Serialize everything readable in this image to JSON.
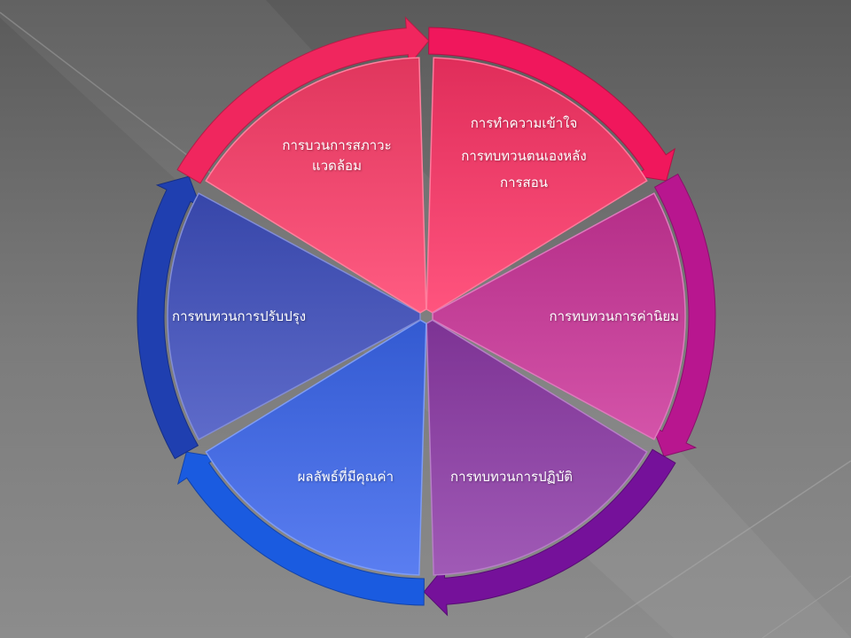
{
  "diagram": {
    "type": "cycle",
    "segments": [
      {
        "id": "seg-1",
        "lines": [
          "การทำความเข้าใจ",
          "การทบทวนตนเองหลัง",
          "การสอน"
        ],
        "color": "#ff3366",
        "arrow_color": "#f0175c"
      },
      {
        "id": "seg-2",
        "lines": [
          "การทบทวนการค่านิยม"
        ],
        "color": "#cc3399",
        "arrow_color": "#b8168f"
      },
      {
        "id": "seg-3",
        "lines": [
          "การทบทวนการปฏิบัติ"
        ],
        "color": "#8e3aa8",
        "arrow_color": "#75119a"
      },
      {
        "id": "seg-4",
        "lines": [
          "ผลลัพธ์ที่มีคุณค่า"
        ],
        "color": "#3a66ee",
        "arrow_color": "#1a5be0"
      },
      {
        "id": "seg-5",
        "lines": [
          "การทบทวนการปรับปรุง"
        ],
        "color": "#3f4fc0",
        "arrow_color": "#1f3fb0"
      },
      {
        "id": "seg-6",
        "lines": [
          "การบวนการสภาวะ",
          "แวดล้อม"
        ],
        "color": "#ff3d6a",
        "arrow_color": "#f0265e"
      }
    ]
  }
}
